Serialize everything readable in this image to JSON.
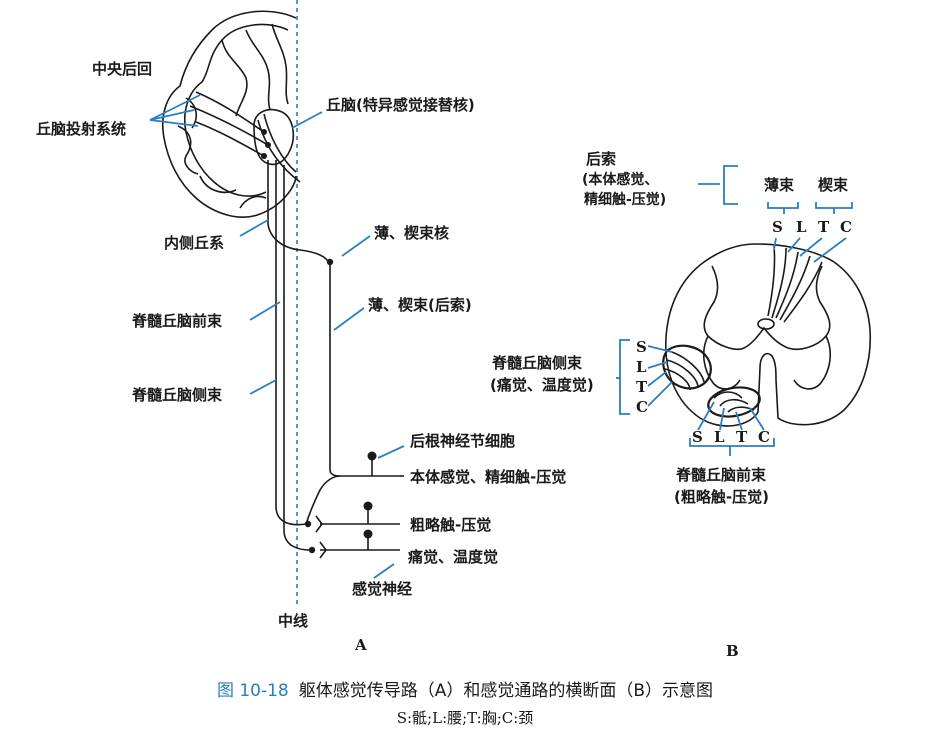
{
  "panel_a": {
    "panel_label": "A",
    "labels": {
      "central_gyrus": "中央后回",
      "thalamic_projection": "丘脑投射系统",
      "thalamus": "丘脑(特异感觉接替核)",
      "medial_lemniscus": "内侧丘系",
      "gracile_cuneate_nuclei": "薄、楔束核",
      "anterior_spinothalamic": "脊髓丘脑前束",
      "gracile_cuneate_tract": "薄、楔束(后索)",
      "lateral_spinothalamic": "脊髓丘脑侧束",
      "dorsal_root_ganglion": "后根神经节细胞",
      "proprioception_touch": "本体感觉、精细触-压觉",
      "crude_touch": "粗略触-压觉",
      "pain_temperature": "痛觉、温度觉",
      "sensory_nerve": "感觉神经",
      "midline": "中线"
    }
  },
  "panel_b": {
    "panel_label": "B",
    "labels": {
      "posterior_column": "后索",
      "posterior_column_func_1": "(本体感觉、",
      "posterior_column_func_2": "精细触-压觉)",
      "gracile": "薄束",
      "cuneate": "楔束",
      "lateral_tract_1": "脊髓丘脑侧束",
      "lateral_tract_2": "(痛觉、温度觉)",
      "anterior_tract_1": "脊髓丘脑前束",
      "anterior_tract_2": "(粗略触-压觉)"
    },
    "segment_letters": {
      "s": "S",
      "l": "L",
      "t": "T",
      "c": "C"
    }
  },
  "caption": {
    "figure_number": "图 10-18",
    "text": "躯体感觉传导路（A）和感觉通路的横断面（B）示意图",
    "legend": "S:骶;L:腰;T:胸;C:颈"
  },
  "colors": {
    "accent": "#2a7fc1",
    "ink": "#1a1a1a"
  }
}
